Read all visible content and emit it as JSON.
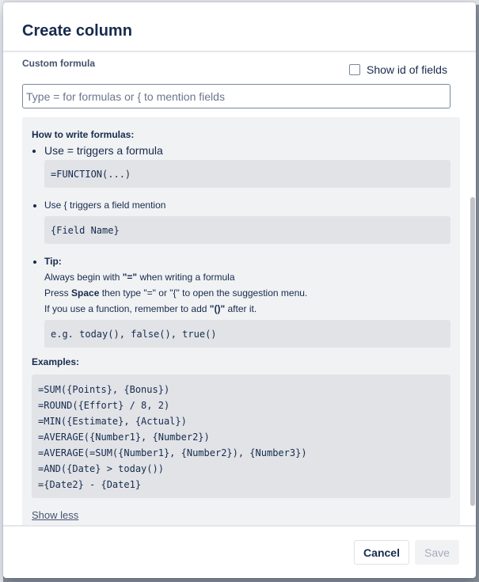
{
  "dialog": {
    "title": "Create column"
  },
  "formula": {
    "label": "Custom formula",
    "show_ids_label": "Show id of fields",
    "show_ids_checked": false,
    "placeholder": "Type = for formulas or { to mention fields",
    "value": ""
  },
  "help": {
    "title": "How to write formulas:",
    "tip_formula": "Use = triggers a formula",
    "tip_formula_code": "=FUNCTION(...)",
    "tip_mention": "Use { triggers a field mention",
    "tip_mention_code": "{Field Name}",
    "tip_label": "Tip:",
    "tip_line1_a": "Always begin with ",
    "tip_line1_b": "\"=\"",
    "tip_line1_c": " when writing a formula",
    "tip_line2_a": "Press ",
    "tip_line2_b": "Space",
    "tip_line2_c": " then type \"=\" or \"{\" to open the suggestion menu.",
    "tip_line3_a": "If you use a function, remember to add ",
    "tip_line3_b": "\"()\"",
    "tip_line3_c": " after it.",
    "tip_code": "e.g. today(), false(), true()",
    "examples_title": "Examples:",
    "examples": [
      "=SUM({Points}, {Bonus})",
      "=ROUND({Effort} / 8, 2)",
      "=MIN({Estimate}, {Actual})",
      "=AVERAGE({Number1}, {Number2})",
      "=AVERAGE(=SUM({Number1}, {Number2}), {Number3})",
      "=AND({Date} > today())",
      "={Date2} - {Date1}"
    ],
    "show_less_label": "Show less"
  },
  "footer": {
    "cancel_label": "Cancel",
    "save_label": "Save"
  }
}
